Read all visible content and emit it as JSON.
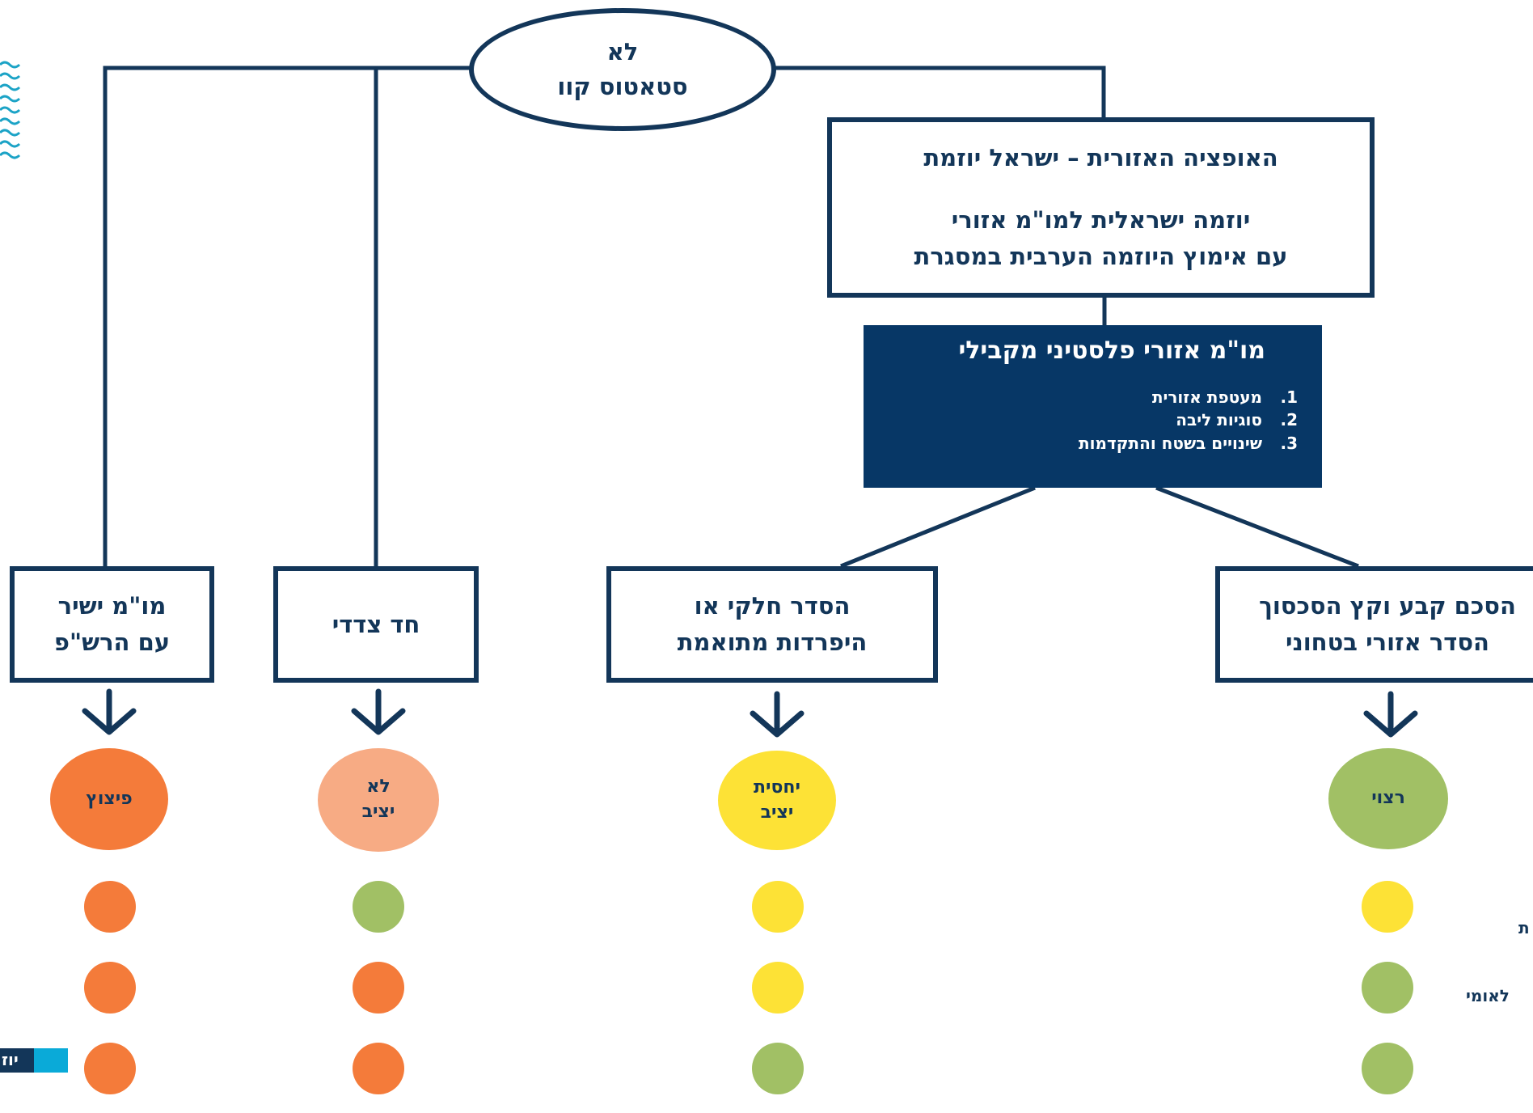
{
  "colors": {
    "navy": "#133659",
    "dark_box": "#073766",
    "orange": "#F47B3A",
    "salmon": "#F7AB84",
    "yellow": "#FDE236",
    "green": "#A1C065",
    "cyan": "#0AAAD8"
  },
  "top_node": {
    "line1": "לא",
    "line2": "סטאטוס קוו"
  },
  "regional_box": {
    "line1": "האופציה האזורית – ישראל יוזמת",
    "line2": "יוזמה ישראלית למו\"מ אזורי",
    "line3": "עם אימוץ היוזמה הערבית במסגרת"
  },
  "palestinian_box": {
    "title": "מו\"מ אזורי פלסטיני מקבילי",
    "items": [
      {
        "num": "1.",
        "text": "מעטפת אזורית"
      },
      {
        "num": "2.",
        "text": "סוגיות ליבה"
      },
      {
        "num": "3.",
        "text": "שינויים בשטח והתקדמות"
      }
    ]
  },
  "options": [
    {
      "line1": "מו\"מ ישיר",
      "line2": "עם הרש\"פ"
    },
    {
      "line1": "חד צדדי",
      "line2": ""
    },
    {
      "line1": "הסדר חלקי או",
      "line2": "היפרדות מתואמת"
    },
    {
      "line1": "הסכם קבע וקץ הסכסוך",
      "line2": "הסדר אזורי בטחוני"
    }
  ],
  "outcomes": [
    {
      "line1": "פיצוץ",
      "line2": "",
      "color": "#F47B3A"
    },
    {
      "line1": "לא",
      "line2": "יציב",
      "color": "#F7AB84"
    },
    {
      "line1": "יחסית",
      "line2": "יציב",
      "color": "#FDE236"
    },
    {
      "line1": "רצוי",
      "line2": "",
      "color": "#A1C065"
    }
  ],
  "dot_columns": [
    [
      "#F47B3A",
      "#F47B3A",
      "#F47B3A"
    ],
    [
      "#A1C065",
      "#F47B3A",
      "#F47B3A"
    ],
    [
      "#FDE236",
      "#FDE236",
      "#A1C065"
    ],
    [
      "#FDE236",
      "#A1C065",
      "#A1C065"
    ]
  ],
  "side_labels": {
    "row1": "ת",
    "row2": "לאומי"
  },
  "footer_label": "יוז"
}
